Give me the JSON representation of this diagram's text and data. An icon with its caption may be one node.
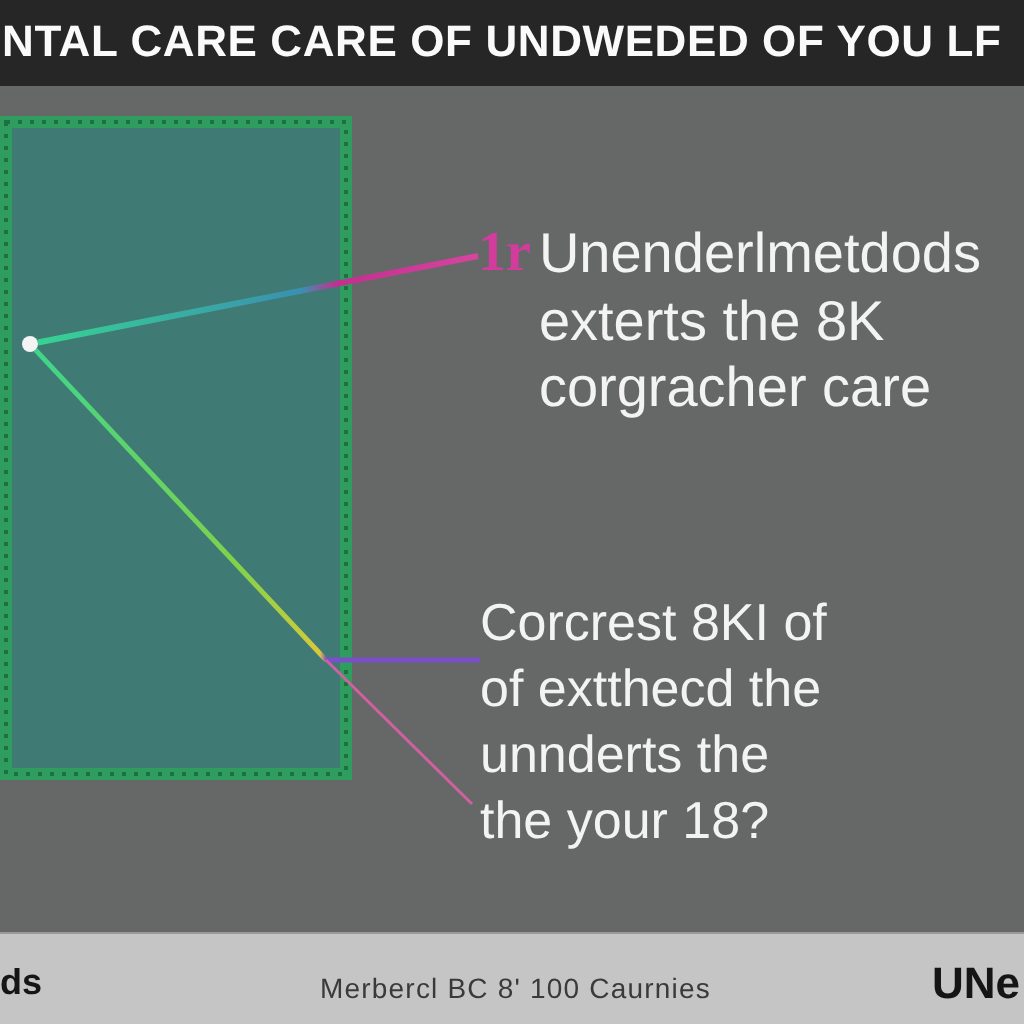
{
  "diagram": {
    "title": "NTAL CARE CARE OF UNDWEDED OF YOU LF",
    "nodes": [
      {
        "text": [],
        "shape": "box"
      },
      {
        "text": [],
        "shape": "circle",
        "in": 0
      },
      {
        "text": [
          "1r",
          "Unenderlmetdods exterts the 8K corgracher care"
        ]
      },
      {
        "text": [
          "Corcrest 8KI of of extthecd the unnderts the the your 18?"
        ]
      }
    ],
    "edges": [
      {
        "from": 1,
        "to": 2,
        "arrow": "none"
      },
      {
        "from": 1,
        "to": 3,
        "arrow": "none"
      }
    ],
    "labels": [
      "ds",
      "Merbercl BC 8' 100 Caurnies",
      "UNe"
    ]
  }
}
